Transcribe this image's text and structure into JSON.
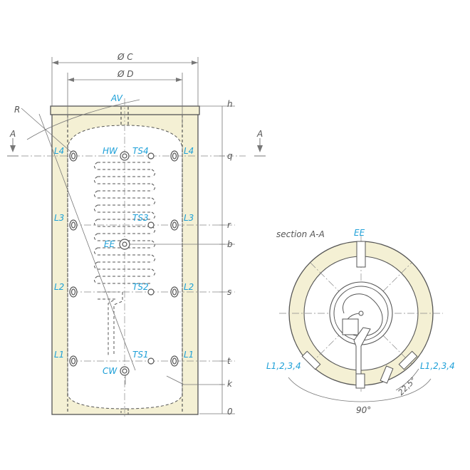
{
  "colors": {
    "insulation": "#f4f0d4",
    "accent_labels": "#1ea0d8",
    "lines": "#555555"
  },
  "dimensions": {
    "diameter_outer": "Ø C",
    "diameter_inner": "Ø D",
    "radius": "R",
    "heights": [
      "h",
      "q",
      "r",
      "b",
      "s",
      "t",
      "k",
      "0"
    ]
  },
  "section_marks": {
    "left": "A",
    "right": "A",
    "title": "section A-A"
  },
  "connections": {
    "air_vent": "AV",
    "hot_water": "HW",
    "cold_water": "CW",
    "electric_element": "EE",
    "sensors": [
      "TS4",
      "TS3",
      "TS2",
      "TS1"
    ],
    "left_ports": [
      "L4",
      "L3",
      "L2",
      "L1"
    ],
    "right_ports": [
      "L4",
      "L3",
      "L2",
      "L1"
    ]
  },
  "section_view": {
    "top_port": "EE",
    "left_ports": "L1,2,3,4",
    "right_ports": "L1,2,3,4",
    "angle_large": "90°",
    "angle_small": "22,5°"
  }
}
